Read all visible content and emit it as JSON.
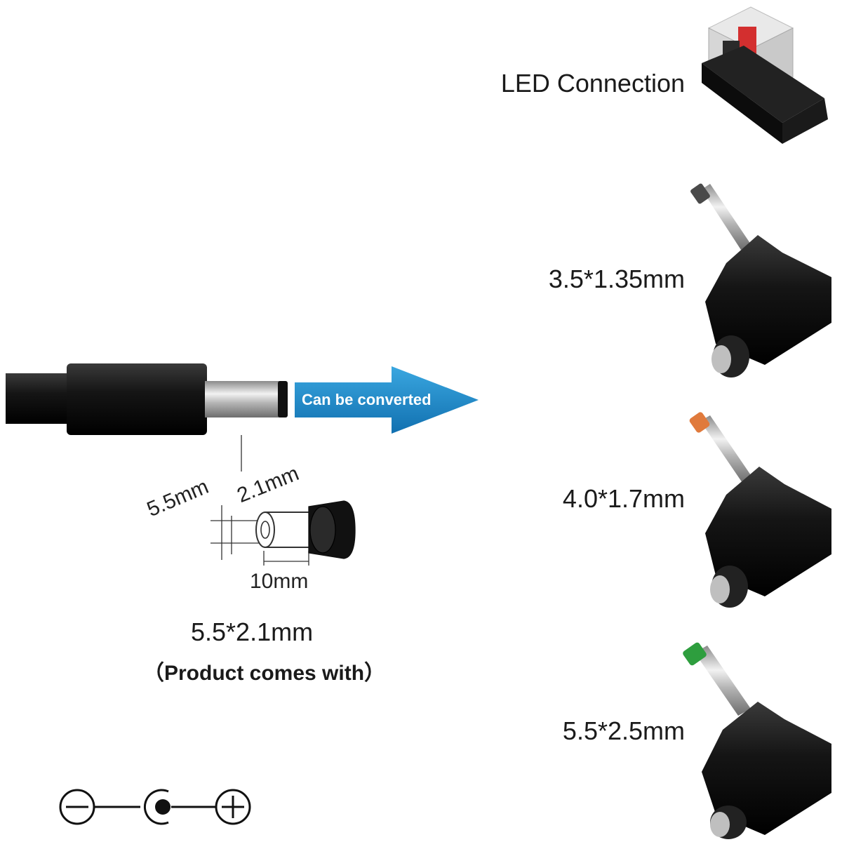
{
  "adapters": [
    {
      "label": "LED Connection",
      "tip_color": "#d32f2f"
    },
    {
      "label": "3.5*1.35mm",
      "tip_color": "#4a4a4a"
    },
    {
      "label": "4.0*1.7mm",
      "tip_color": "#e07a3c"
    },
    {
      "label": "5.5*2.5mm",
      "tip_color": "#2e9e3e"
    }
  ],
  "arrow": {
    "text": "Can be converted",
    "color": "#1e88c8"
  },
  "plug": {
    "size": "5.5*2.1mm",
    "note": "（Product comes with）",
    "dims": {
      "outer": "5.5mm",
      "inner": "2.1mm",
      "length": "10mm"
    }
  },
  "polarity": {
    "left": "⊖",
    "right": "⊕"
  }
}
